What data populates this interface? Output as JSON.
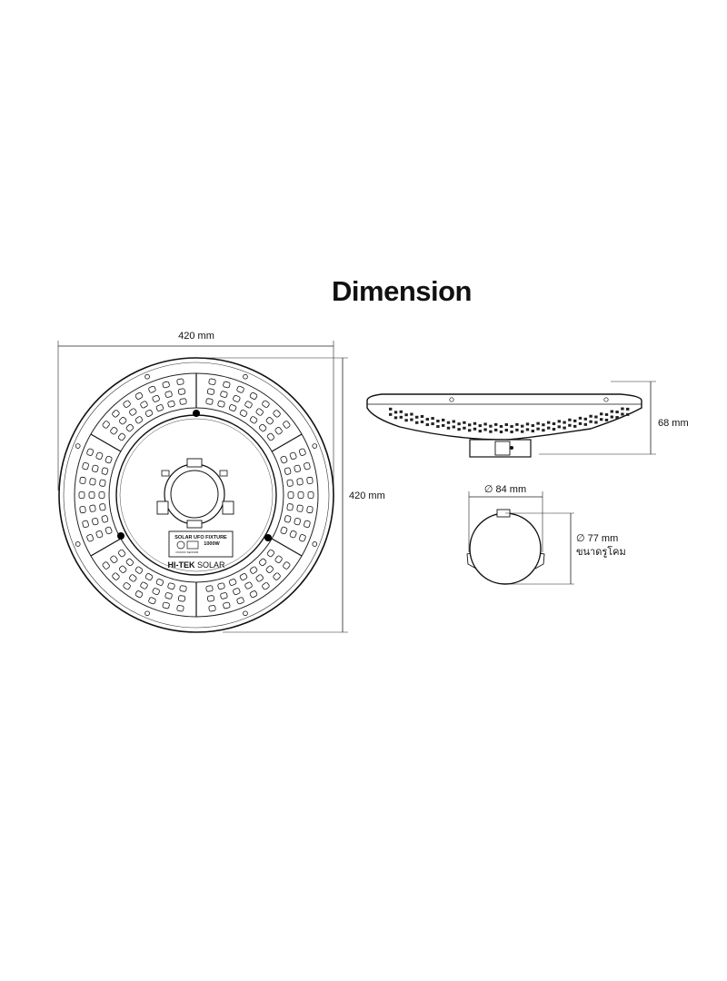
{
  "title": "Dimension",
  "top_view": {
    "width_label": "420 mm",
    "height_label": "420 mm",
    "label_panel": {
      "heading": "SOLAR UFO FIXTURE",
      "wattage": "1000W",
      "switch_label": "ON/OFF",
      "sensor_label": "SENSOR"
    },
    "brand_bold": "HI-TEK",
    "brand_light": "SOLAR"
  },
  "side_view": {
    "height_label": "68 mm"
  },
  "mount_view": {
    "outer_diameter_label": "∅ 84 mm",
    "inner_diameter_label": "∅ 77 mm",
    "inner_diameter_note": "ขนาดรูโคม"
  }
}
